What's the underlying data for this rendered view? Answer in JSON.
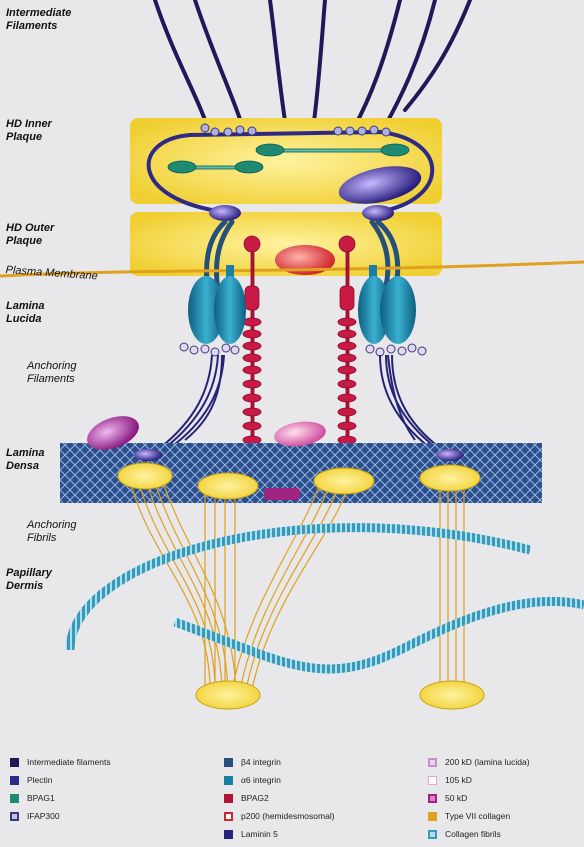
{
  "labels": {
    "intermediate_filaments": "Intermediate\nFilaments",
    "hd_inner_plaque": "HD Inner\nPlaque",
    "hd_outer_plaque": "HD Outer\nPlaque",
    "plasma_membrane": "Plasma Membrane",
    "lamina_lucida": "Lamina\nLucida",
    "anchoring_filaments": "Anchoring\nFilaments",
    "lamina_densa": "Lamina\nDensa",
    "anchoring_fibrils": "Anchoring\nFibrils",
    "papillary_dermis": "Papillary\nDermis"
  },
  "legend": [
    {
      "text": "Intermediate filaments",
      "color": "#1e1a5a",
      "style": "solid"
    },
    {
      "text": "Plectin",
      "color": "#2c2a86",
      "style": "solid"
    },
    {
      "text": "BPAG1",
      "color": "#1e8a73",
      "style": "solid"
    },
    {
      "text": "IFAP300",
      "color": "#3a3a7a",
      "style": "dot"
    },
    {
      "text": "β4 integrin",
      "color": "#24507a",
      "style": "solid"
    },
    {
      "text": "α6 integrin",
      "color": "#1a7fa4",
      "style": "solid"
    },
    {
      "text": "BPAG2",
      "color": "#b21236",
      "style": "solid"
    },
    {
      "text": "p200 (hemidesmosomal)",
      "color": "#d0262f",
      "style": "outline"
    },
    {
      "text": "Laminin 5",
      "color": "#262477",
      "style": "solid"
    },
    {
      "text": "200 kD (lamina lucida)",
      "color": "#c890c8",
      "style": "dot"
    },
    {
      "text": "105 kD",
      "color": "#e0a8d8",
      "style": "outline"
    },
    {
      "text": "50 kD",
      "color": "#a02480",
      "style": "dot"
    },
    {
      "text": "Type VII collagen",
      "color": "#e0a020",
      "style": "solid"
    },
    {
      "text": "Collagen fibrils",
      "color": "#3a98b8",
      "style": "dot"
    }
  ],
  "colors": {
    "plaque": "#f2d23a",
    "intermediate_filaments": "#1e1a5a",
    "plectin": "#2c2a86",
    "bpag1": "#1e8a73",
    "integrin_beta4": "#24507a",
    "integrin_alpha6": "#1a7fa4",
    "bpag2": "#b21236",
    "p200": "#d0262f",
    "lamina_densa": "#2a4f8c",
    "type_vii_collagen": "#e0a020",
    "collagen_fibrils": "#3a98b8",
    "kd50": "#a02480"
  }
}
